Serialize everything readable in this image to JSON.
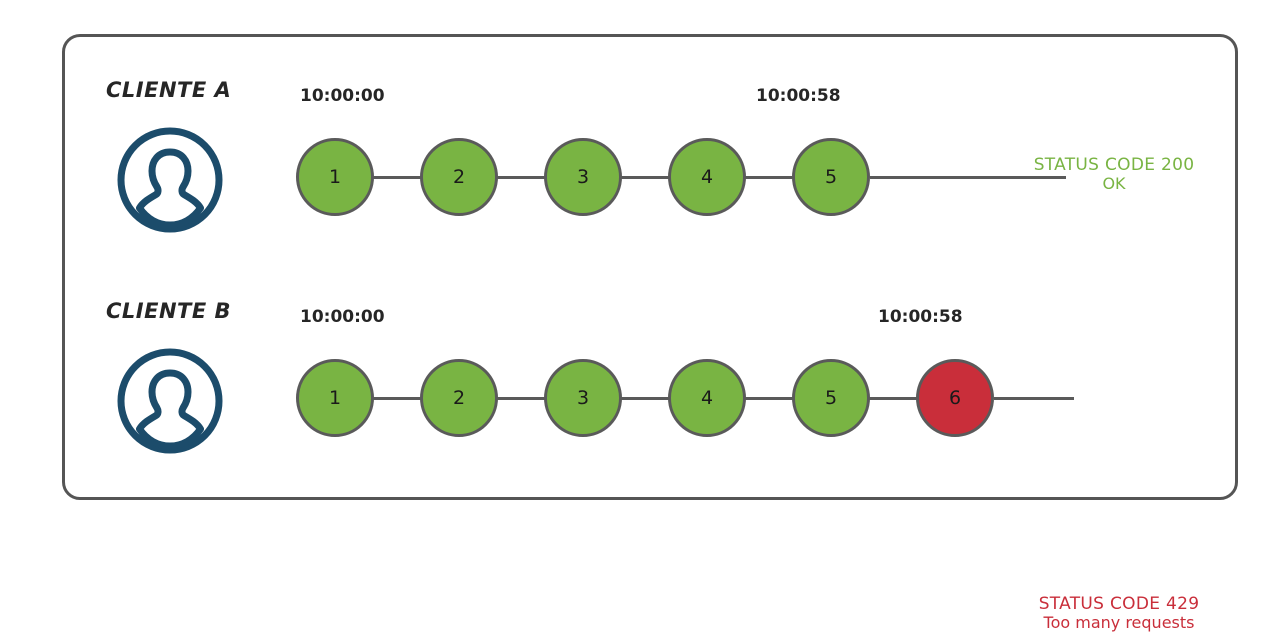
{
  "diagram": {
    "title_hidden": "",
    "colors": {
      "node_ok": "#79b443",
      "node_error": "#c92e3a",
      "node_border": "#5a5a5a",
      "connector": "#5a5a5a",
      "panel_border": "#555555",
      "avatar": "#1c4c6b",
      "status_ok_text": "#79b443",
      "status_error_text": "#c92e3a",
      "label_text": "#262626",
      "background": "#ffffff"
    },
    "rows": [
      {
        "client_label": "CLIENTE A",
        "avatar_icon": "person-avatar-icon",
        "time_start": "10:00:00",
        "time_end": "10:00:58",
        "nodes": [
          {
            "label": "1",
            "state": "ok"
          },
          {
            "label": "2",
            "state": "ok"
          },
          {
            "label": "3",
            "state": "ok"
          },
          {
            "label": "4",
            "state": "ok"
          },
          {
            "label": "5",
            "state": "ok"
          }
        ],
        "status_code": "STATUS CODE 200",
        "status_message": "OK",
        "status_state": "ok"
      },
      {
        "client_label": "CLIENTE B",
        "avatar_icon": "person-avatar-icon",
        "time_start": "10:00:00",
        "time_end": "10:00:58",
        "nodes": [
          {
            "label": "1",
            "state": "ok"
          },
          {
            "label": "2",
            "state": "ok"
          },
          {
            "label": "3",
            "state": "ok"
          },
          {
            "label": "4",
            "state": "ok"
          },
          {
            "label": "5",
            "state": "ok"
          },
          {
            "label": "6",
            "state": "error"
          }
        ],
        "status_code": "STATUS CODE 429",
        "status_message": "Too many requests",
        "status_state": "error"
      }
    ]
  }
}
